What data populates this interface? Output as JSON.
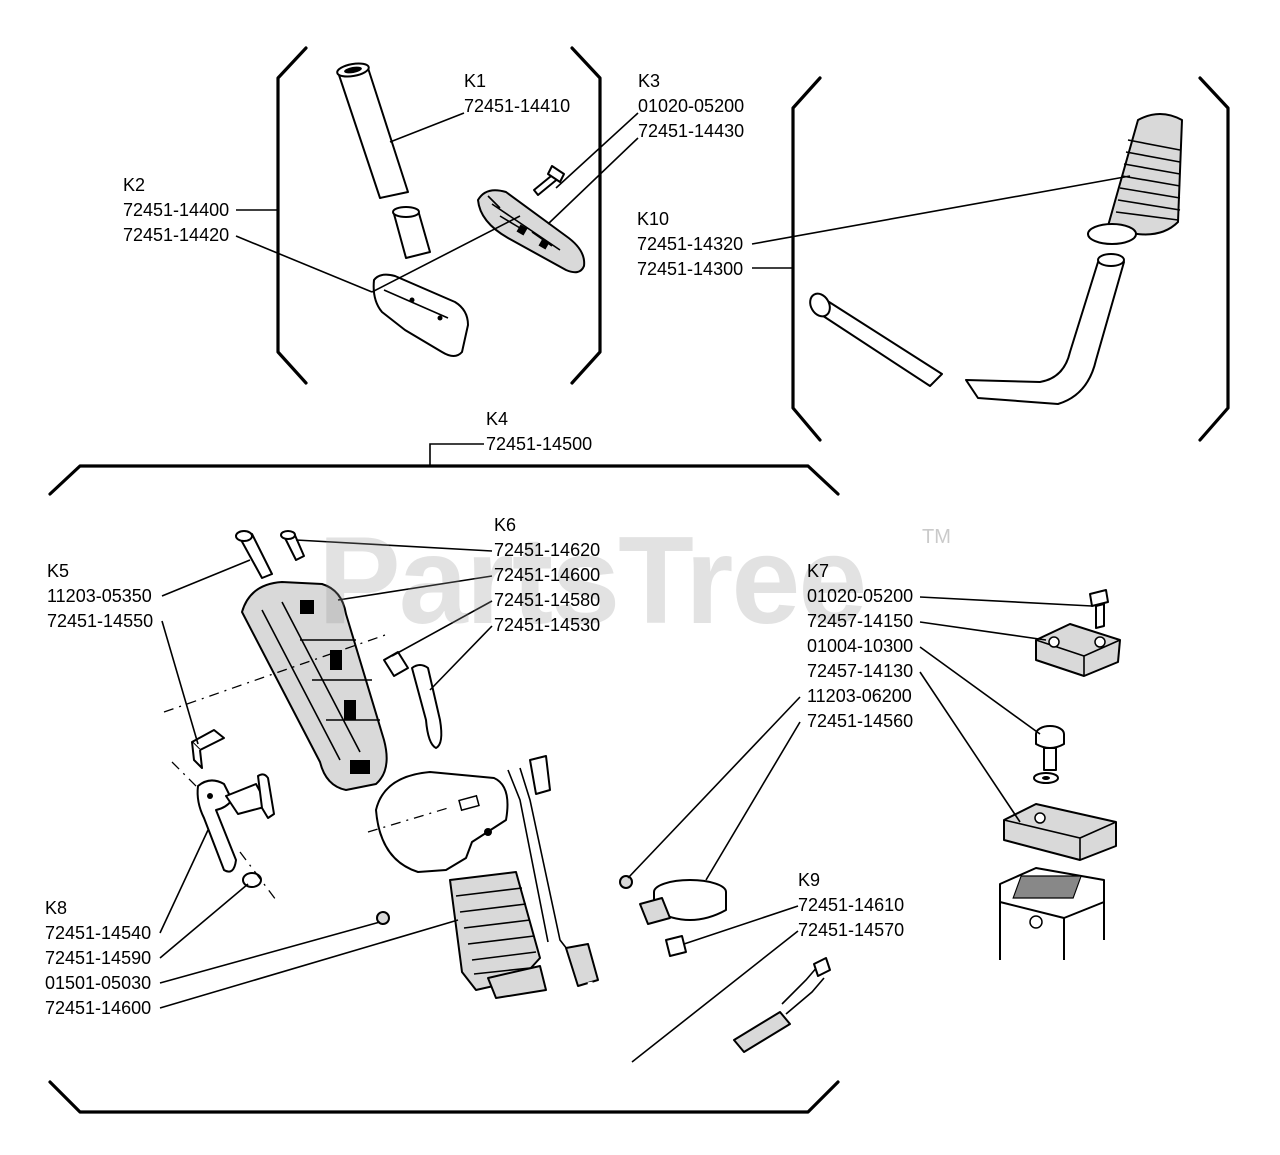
{
  "watermark": {
    "text": "PartsTree",
    "trademark": "TM"
  },
  "callouts": {
    "k1": {
      "label": "K1",
      "parts": [
        "72451-14410"
      ]
    },
    "k2": {
      "label": "K2",
      "parts": [
        "72451-14400",
        "72451-14420"
      ]
    },
    "k3": {
      "label": "K3",
      "parts": [
        "01020-05200",
        "72451-14430"
      ]
    },
    "k4": {
      "label": "K4",
      "parts": [
        "72451-14500"
      ]
    },
    "k5": {
      "label": "K5",
      "parts": [
        "11203-05350",
        "72451-14550"
      ]
    },
    "k6": {
      "label": "K6",
      "parts": [
        "72451-14620",
        "72451-14600",
        "72451-14580",
        "72451-14530"
      ]
    },
    "k7": {
      "label": "K7",
      "parts": [
        "01020-05200",
        "72457-14150",
        "01004-10300",
        "72457-14130",
        "11203-06200",
        "72451-14560"
      ]
    },
    "k8": {
      "label": "K8",
      "parts": [
        "72451-14540",
        "72451-14590",
        "01501-05030",
        "72451-14600"
      ]
    },
    "k9": {
      "label": "K9",
      "parts": [
        "72451-14610",
        "72451-14570"
      ]
    },
    "k10": {
      "label": "K10",
      "parts": [
        "72451-14320",
        "72451-14300"
      ]
    }
  }
}
